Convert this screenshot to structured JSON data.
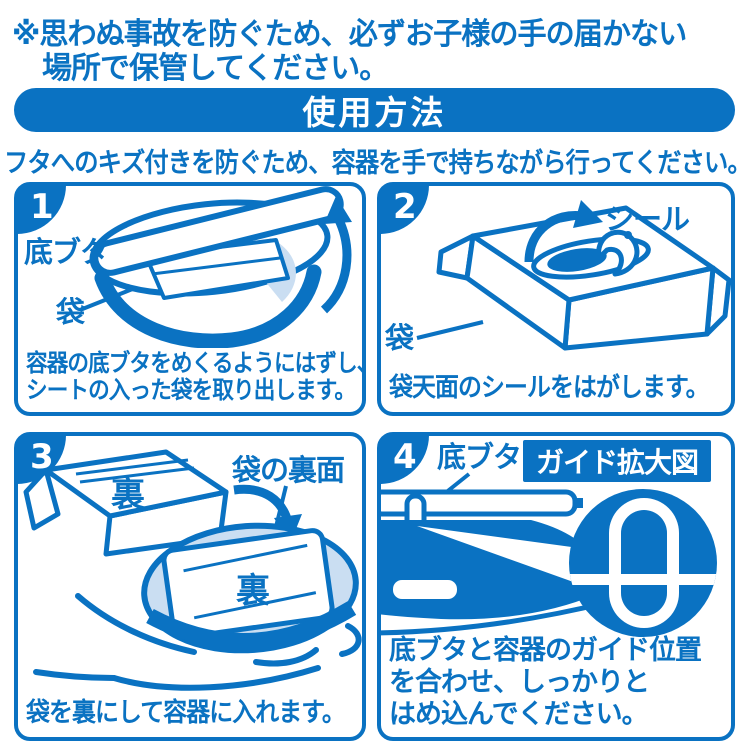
{
  "colors": {
    "accent": "#0a72c2",
    "light_blue": "#cadef2",
    "text_on_accent": "#ffffff"
  },
  "warning": {
    "line1": "※思わぬ事故を防ぐため、必ずお子様の手の届かない",
    "line2": "場所で保管してください。"
  },
  "header": {
    "title": "使用方法"
  },
  "notice": "フタへのキズ付きを防ぐため、容器を手で持ちながら行ってください。",
  "steps": [
    {
      "number": "1",
      "labels": {
        "bottom_lid": "底ブタ",
        "bag": "袋"
      },
      "caption_line1": "容器の底ブタをめくるようにはずし、",
      "caption_line2": "シートの入った袋を取り出します。"
    },
    {
      "number": "2",
      "labels": {
        "seal": "シール",
        "bag": "袋"
      },
      "caption": "袋天面のシールをはがします。"
    },
    {
      "number": "3",
      "labels": {
        "back_on_bag": "裏",
        "bag_back_side": "袋の裏面",
        "back_in_container": "裏"
      },
      "caption": "袋を裏にして容器に入れます。"
    },
    {
      "number": "4",
      "labels": {
        "bottom_lid": "底ブタ",
        "guide_zoom": "ガイド拡大図"
      },
      "caption_line1": "底ブタと容器のガイド位置",
      "caption_line2": "を合わせ、しっかりと",
      "caption_line3": "はめ込んでください。"
    }
  ]
}
